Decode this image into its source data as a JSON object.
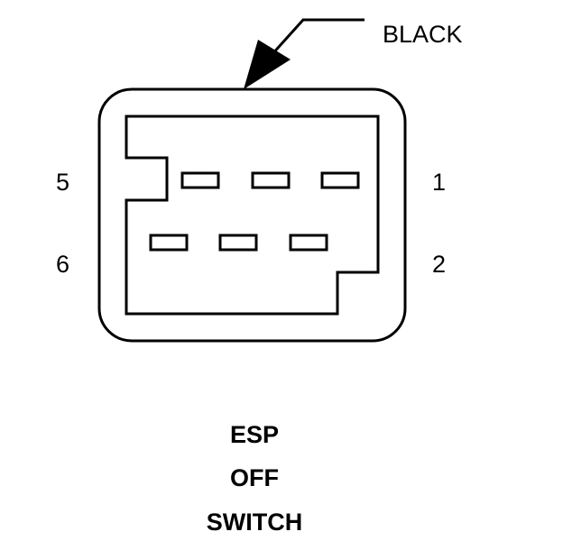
{
  "connector": {
    "color_label": "BLACK",
    "pins": {
      "top_left": "5",
      "bottom_left": "6",
      "top_right": "1",
      "bottom_right": "2"
    }
  },
  "caption": {
    "line1": "ESP",
    "line2": "OFF",
    "line3": "SWITCH"
  }
}
